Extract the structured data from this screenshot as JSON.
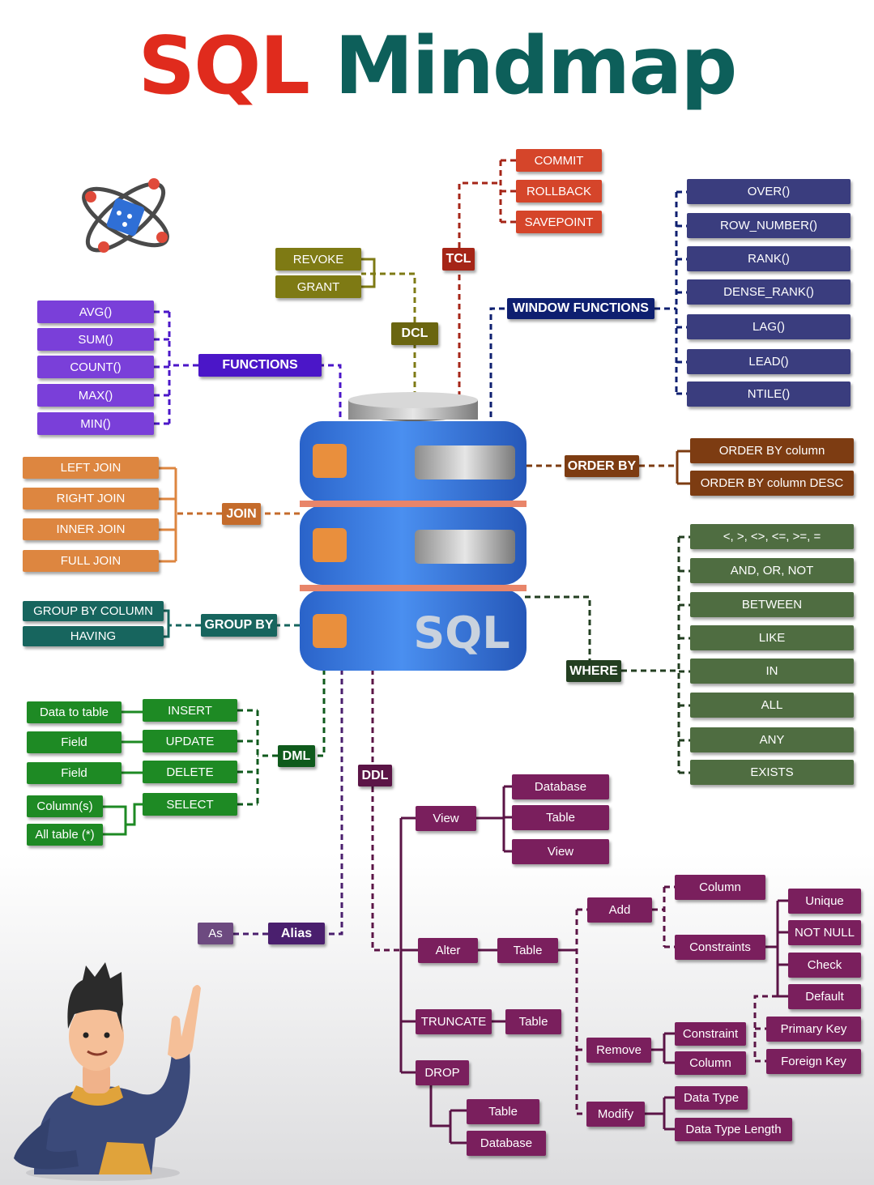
{
  "title": {
    "part1": "SQL",
    "part2": "Mindmap"
  },
  "colors": {
    "tcl": "#d5452a",
    "tcl_hub": "#a52517",
    "dcl": "#7e7a14",
    "dcl_hub": "#6a6510",
    "window": "#3a3d7e",
    "window_hub": "#0e1f70",
    "functions": "#7a3fd9",
    "functions_hub": "#4b16c8",
    "join": "#dd8640",
    "join_hub": "#c46b2b",
    "order": "#7d3c12",
    "group": "#17655e",
    "where": "#4f6d41",
    "where_hub": "#233f21",
    "dml": "#1e8a24",
    "dml_hub": "#0f5a1c",
    "ddl": "#7a1f5d",
    "ddl_hub": "#5b1446",
    "alias": "#4a1f6e",
    "as": "#6d4a80"
  },
  "hubs": {
    "tcl": "TCL",
    "dcl": "DCL",
    "window_functions": "WINDOW FUNCTIONS",
    "functions": "FUNCTIONS",
    "join": "JOIN",
    "order_by": "ORDER BY",
    "group_by": "GROUP BY",
    "where": "WHERE",
    "dml": "DML",
    "ddl": "DDL",
    "alias": "Alias"
  },
  "tcl": [
    "COMMIT",
    "ROLLBACK",
    "SAVEPOINT"
  ],
  "dcl": [
    "REVOKE",
    "GRANT"
  ],
  "window_functions": [
    "OVER()",
    "ROW_NUMBER()",
    "RANK()",
    "DENSE_RANK()",
    "LAG()",
    "LEAD()",
    "NTILE()"
  ],
  "functions": [
    "AVG()",
    "SUM()",
    "COUNT()",
    "MAX()",
    "MIN()"
  ],
  "join": [
    "LEFT JOIN",
    "RIGHT JOIN",
    "INNER JOIN",
    "FULL JOIN"
  ],
  "order_by": [
    "ORDER BY column",
    "ORDER BY column DESC"
  ],
  "group_by": [
    "GROUP BY COLUMN",
    "HAVING"
  ],
  "where": [
    "<, >, <>, <=, >=, =",
    "AND, OR, NOT",
    "BETWEEN",
    "LIKE",
    "IN",
    "ALL",
    "ANY",
    "EXISTS"
  ],
  "dml": {
    "commands": [
      "INSERT",
      "UPDATE",
      "DELETE",
      "SELECT"
    ],
    "targets": [
      "Data to table",
      "Field",
      "Field",
      "Column(s)",
      "All table (*)"
    ]
  },
  "alias": {
    "as": "As"
  },
  "ddl": {
    "view": "View",
    "view_items": [
      "Database",
      "Table",
      "View"
    ],
    "alter": "Alter",
    "alter_table": "Table",
    "add": "Add",
    "add_column": "Column",
    "constraints": "Constraints",
    "constraint_items": [
      "Unique",
      "NOT NULL",
      "Check",
      "Default",
      "Primary Key",
      "Foreign Key"
    ],
    "remove": "Remove",
    "remove_items": [
      "Constraint",
      "Column"
    ],
    "modify": "Modify",
    "modify_items": [
      "Data Type",
      "Data Type Length"
    ],
    "truncate": "TRUNCATE",
    "truncate_table": "Table",
    "drop": "DROP",
    "drop_items": [
      "Table",
      "Database"
    ]
  },
  "database_label": "SQL",
  "icons": {
    "atom": "atom-icon",
    "character": "pointing-character-illustration",
    "database": "database-stack-icon"
  }
}
